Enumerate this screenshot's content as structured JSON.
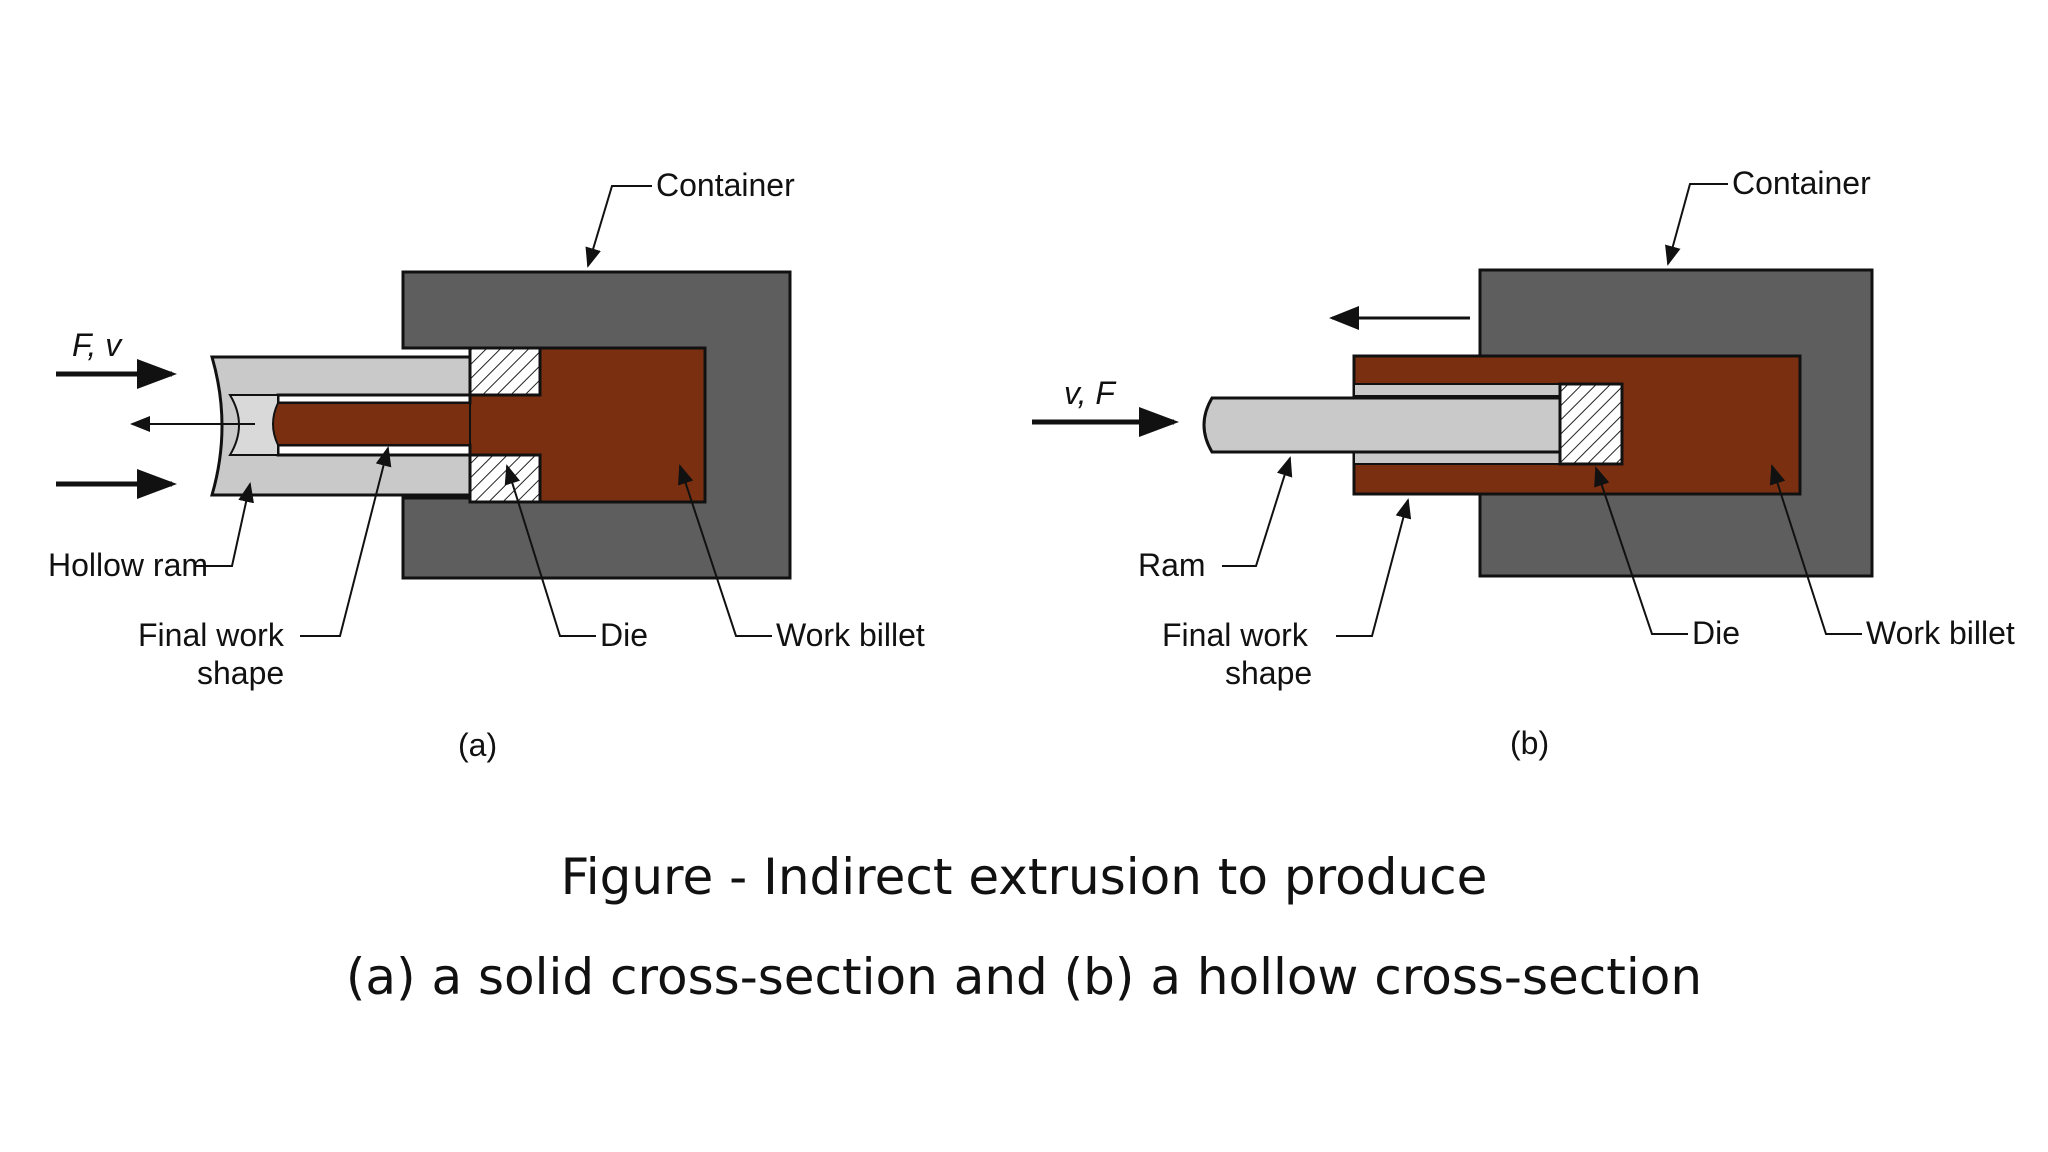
{
  "diagram": {
    "panel_a": {
      "container_label": "Container",
      "force_label": "F, v",
      "hollow_ram_label": "Hollow ram",
      "final_work_label_line1": "Final work",
      "final_work_label_line2": "shape",
      "die_label": "Die",
      "work_billet_label": "Work billet",
      "panel_label": "(a)"
    },
    "panel_b": {
      "container_label": "Container",
      "force_label": "v, F",
      "ram_label": "Ram",
      "final_work_label_line1": "Final work",
      "final_work_label_line2": "shape",
      "die_label": "Die",
      "work_billet_label": "Work billet",
      "panel_label": "(b)"
    },
    "colors": {
      "container": "#5e5e5e",
      "billet": "#7a2f10",
      "ram": "#c9c9c9",
      "die_hatch": "#222222"
    }
  },
  "caption": {
    "line1": "Figure - Indirect extrusion to produce",
    "line2": "(a) a solid cross-section and (b) a hollow cross-section"
  }
}
